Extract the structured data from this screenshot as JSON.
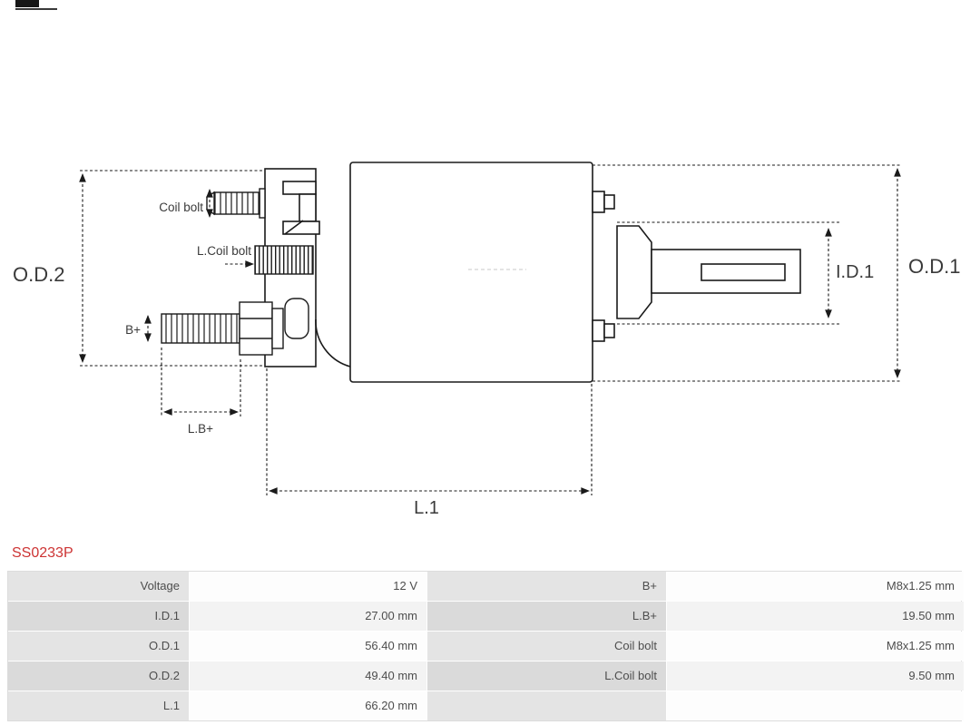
{
  "part_number": "SS0233P",
  "colors": {
    "part_number_red": "#cd3333",
    "drawing_stroke": "#1a1a1a",
    "table_label_bg": "#e4e4e4",
    "table_value_bg": "#fdfdfd"
  },
  "diagram": {
    "labels": {
      "od2": "O.D.2",
      "od1": "O.D.1",
      "id1": "I.D.1",
      "coil_bolt": "Coil bolt",
      "l_coil_bolt": "L.Coil bolt",
      "b_plus": "B+",
      "l_b_plus": "L.B+",
      "l1": "L.1"
    }
  },
  "spec_table": {
    "rows": [
      {
        "c1_label": "Voltage",
        "c1_value": "12 V",
        "c2_label": "B+",
        "c2_value": "M8x1.25 mm"
      },
      {
        "c1_label": "I.D.1",
        "c1_value": "27.00 mm",
        "c2_label": "L.B+",
        "c2_value": "19.50 mm"
      },
      {
        "c1_label": "O.D.1",
        "c1_value": "56.40 mm",
        "c2_label": "Coil bolt",
        "c2_value": "M8x1.25 mm"
      },
      {
        "c1_label": "O.D.2",
        "c1_value": "49.40 mm",
        "c2_label": "L.Coil bolt",
        "c2_value": "9.50 mm"
      },
      {
        "c1_label": "L.1",
        "c1_value": "66.20 mm",
        "c2_label": "",
        "c2_value": ""
      }
    ]
  }
}
